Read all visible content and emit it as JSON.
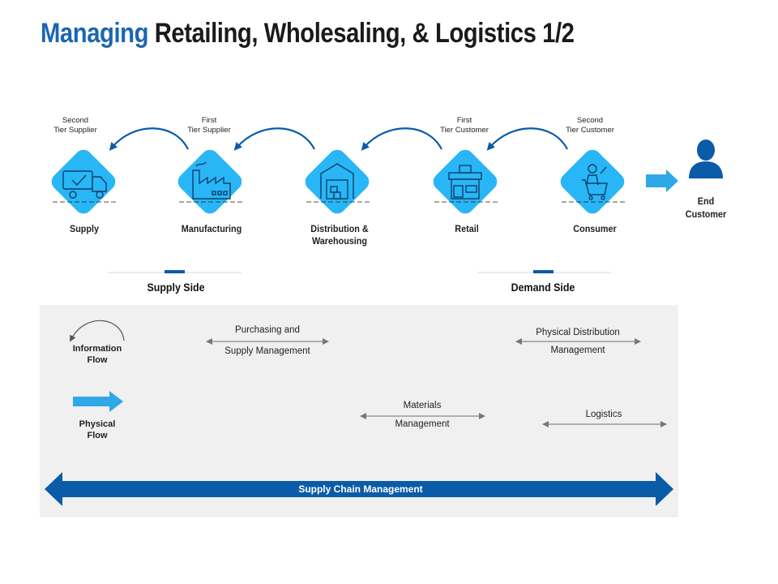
{
  "title": {
    "accent": "Managing",
    "rest": "Retailing, Wholesaling, & Logistics 1/2"
  },
  "tiers": [
    {
      "text": "Second\nTier Supplier"
    },
    {
      "text": "First\nTier Supplier"
    },
    {
      "text": "First\nTier Customer"
    },
    {
      "text": "Second\nTier Customer"
    }
  ],
  "stages": [
    {
      "label": "Supply",
      "icon": "delivery-truck-icon"
    },
    {
      "label": "Manufacturing",
      "icon": "factory-icon"
    },
    {
      "label": "Distribution &\nWarehousing",
      "icon": "warehouse-icon"
    },
    {
      "label": "Retail",
      "icon": "storefront-icon"
    },
    {
      "label": "Consumer",
      "icon": "shopper-cart-icon"
    }
  ],
  "end_customer": {
    "label": "End\nCustomer",
    "icon": "person-icon"
  },
  "sides": {
    "supply": "Supply Side",
    "demand": "Demand Side"
  },
  "legend": {
    "information": "Information\nFlow",
    "physical": "Physical\nFlow"
  },
  "flows": {
    "purchasing_top": "Purchasing and",
    "purchasing_bottom": "Supply Management",
    "physical_dist_top": "Physical Distribution",
    "physical_dist_bottom": "Management",
    "materials_top": "Materials",
    "materials_bottom": "Management",
    "logistics": "Logistics"
  },
  "scm": "Supply Chain Management",
  "colors": {
    "accent_blue": "#1b66b1",
    "diamond_blue": "#29b6f6",
    "dark_blue": "#0a5ba8",
    "arrow_light_blue": "#2fa8e8",
    "panel_gray": "#f0f0f0"
  }
}
